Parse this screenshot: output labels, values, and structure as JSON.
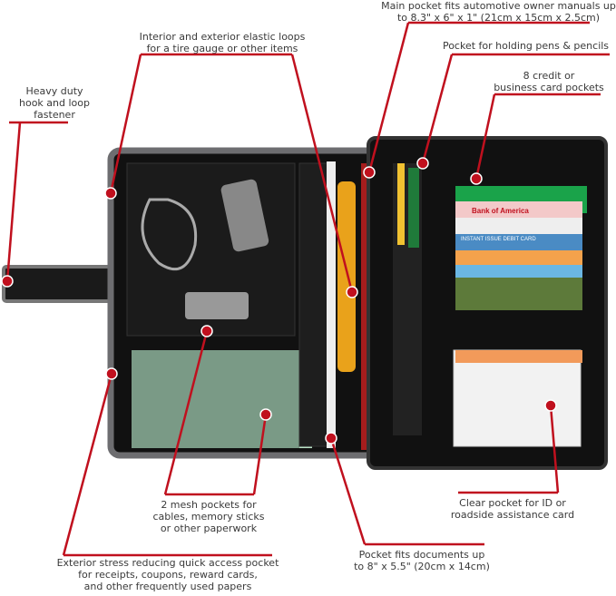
{
  "accent_color": "#c0101e",
  "callouts": {
    "main_pocket": "Main pocket fits automotive owner manuals up\nto 8.3\" x 6\" x 1\" (21cm x 15cm x 2.5cm)",
    "elastic_loops": "Interior and exterior elastic loops\nfor a tire gauge or other items",
    "pens_pocket": "Pocket for holding pens & pencils",
    "card_pockets": "8 credit or\nbusiness card pockets",
    "hook_loop": "Heavy duty\nhook and loop\nfastener",
    "mesh_pockets": "2 mesh pockets for\ncables, memory sticks\nor other paperwork",
    "clear_pocket": "Clear pocket for ID or\nroadside assistance card",
    "documents_pocket": "Pocket fits documents up\nto 8\" x 5.5\" (20cm x 14cm)",
    "exterior_pocket": "Exterior stress reducing quick access pocket\nfor receipts, coupons, reward cards,\nand other frequently used papers"
  },
  "product": {
    "card_labels": [
      "Bank of America",
      "INSTANT ISSUE DEBIT CARD"
    ]
  }
}
